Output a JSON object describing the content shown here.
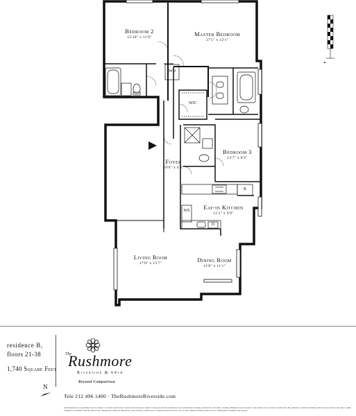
{
  "rooms": {
    "bedroom2": {
      "name": "Bedroom 2",
      "dims": "15'10\" x 11'0\""
    },
    "master": {
      "name": "Master Bedroom",
      "dims": "17'5\" x 13'1\""
    },
    "bedroom3": {
      "name": "Bedroom 3",
      "dims": "12'7\" x 8'2\""
    },
    "foyer": {
      "name": "Foyer",
      "dims": "10'0\" x 4'3\""
    },
    "kitchen": {
      "name": "Eat-in Kitchen",
      "dims": "15'1\" x 9'9\""
    },
    "living": {
      "name": "Living Room",
      "dims": "17'0\" x 13'7\""
    },
    "dining": {
      "name": "Dining Room",
      "dims": "12'8\" x 11'1\""
    }
  },
  "fixtures": {
    "wd": "WD",
    "wic": "WIC",
    "ws": "WS",
    "r": "R",
    "d": "D"
  },
  "residence": {
    "line1": "residence B,",
    "line2": "floors 21-38",
    "area": "1,740 Square Feet"
  },
  "brand": {
    "the": "The",
    "name": "Rushmore",
    "sub": "Riverside & 64th",
    "tagline": "Beyond Comparison"
  },
  "compass": {
    "label": "N"
  },
  "contact": "Tele 212 496 1400 · TheRushmoreRiverside.com",
  "disclaimer": "All dimensions are approximate and are subject to normal construction variances and tolerances. Square footage exceeds the usable floor area and includes columns, mechanical, vent shafts, shafting. Dimensions are measured to the exterior face of exterior walls and to the centerline of interior demising walls. Sponsor reserves the right to make changes in accordance with the terms of the offering plan. Plans are illustrations only and may contain errors; variations exist from floor to floor. The complete offering terms are in an offering plan available from Sponsor."
}
